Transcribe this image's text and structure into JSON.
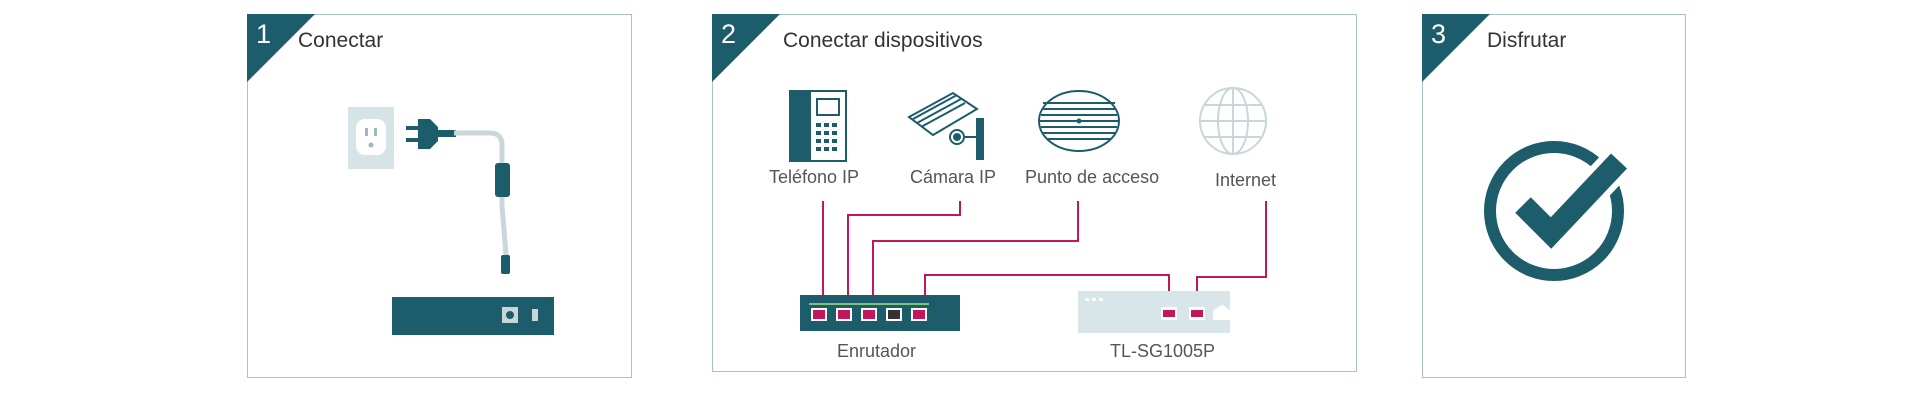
{
  "steps": [
    {
      "number": "1",
      "title": "Conectar"
    },
    {
      "number": "2",
      "title": "Conectar dispositivos"
    },
    {
      "number": "3",
      "title": "Disfrutar"
    }
  ],
  "devices": {
    "ip_phone": "Teléfono IP",
    "ip_camera": "Cámara IP",
    "access_point": "Punto de acceso",
    "internet": "Internet",
    "router": "Enrutador",
    "switch": "TL-SG1005P"
  },
  "colors": {
    "accent": "#1d5c6b",
    "cable": "#c2185b",
    "border": "#a9c2c9",
    "switch_body": "#d8e6e9"
  }
}
